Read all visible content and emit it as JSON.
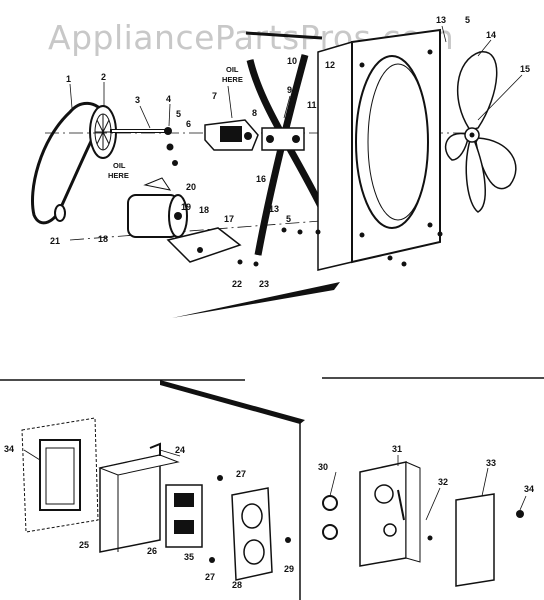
{
  "watermark": "AppliancePartsPros.com",
  "notes": {
    "oil_here_1": [
      "OIL",
      "HERE"
    ],
    "oil_here_2": [
      "OIL",
      "HERE"
    ]
  },
  "callouts": {
    "c1": "1",
    "c2": "2",
    "c3": "3",
    "c4": "4",
    "c5a": "5",
    "c6": "6",
    "c7": "7",
    "c8": "8",
    "c9": "9",
    "c10": "10",
    "c11": "11",
    "c12": "12",
    "c13a": "13",
    "c5b": "5",
    "c14": "14",
    "c15": "15",
    "c16": "16",
    "c13b": "13",
    "c5c": "5",
    "c17": "17",
    "c18a": "18",
    "c18b": "18",
    "c19": "19",
    "c20": "20",
    "c21": "21",
    "c22": "22",
    "c23": "23",
    "c34a": "34",
    "c24": "24",
    "c27a": "27",
    "c25": "25",
    "c26": "26",
    "c35": "35",
    "c27b": "27",
    "c28": "28",
    "c29": "29",
    "c30": "30",
    "c31": "31",
    "c32": "32",
    "c33": "33",
    "c34b": "34"
  }
}
